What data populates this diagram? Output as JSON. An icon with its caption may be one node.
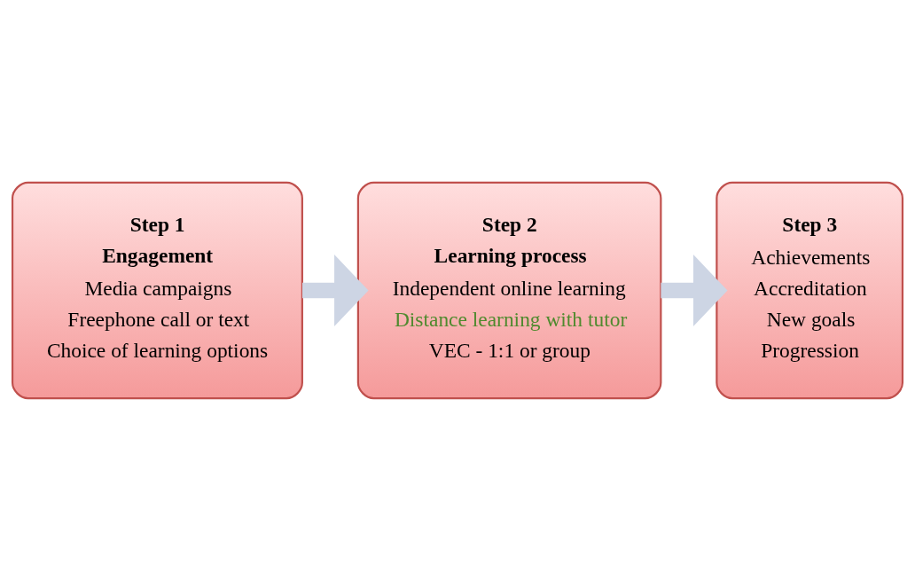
{
  "diagram": {
    "nodes": [
      {
        "text": [
          "**Step 1**",
          "**Engagement**",
          "Media campaigns",
          "Freephone call or text",
          "Choice of learning options"
        ]
      },
      {
        "text": [
          "**Step 2**",
          "**Learning process**",
          "Independent online learning",
          "Distance learning with tutor",
          "VEC - 1:1 or group"
        ]
      },
      {
        "text": [
          "**Step 3**",
          "Achievements",
          "Accreditation",
          "New goals",
          "Progression"
        ]
      }
    ],
    "edges": [
      {
        "from": 0,
        "to": 1,
        "arrow": "to"
      },
      {
        "from": 1,
        "to": 2,
        "arrow": "to"
      }
    ]
  }
}
